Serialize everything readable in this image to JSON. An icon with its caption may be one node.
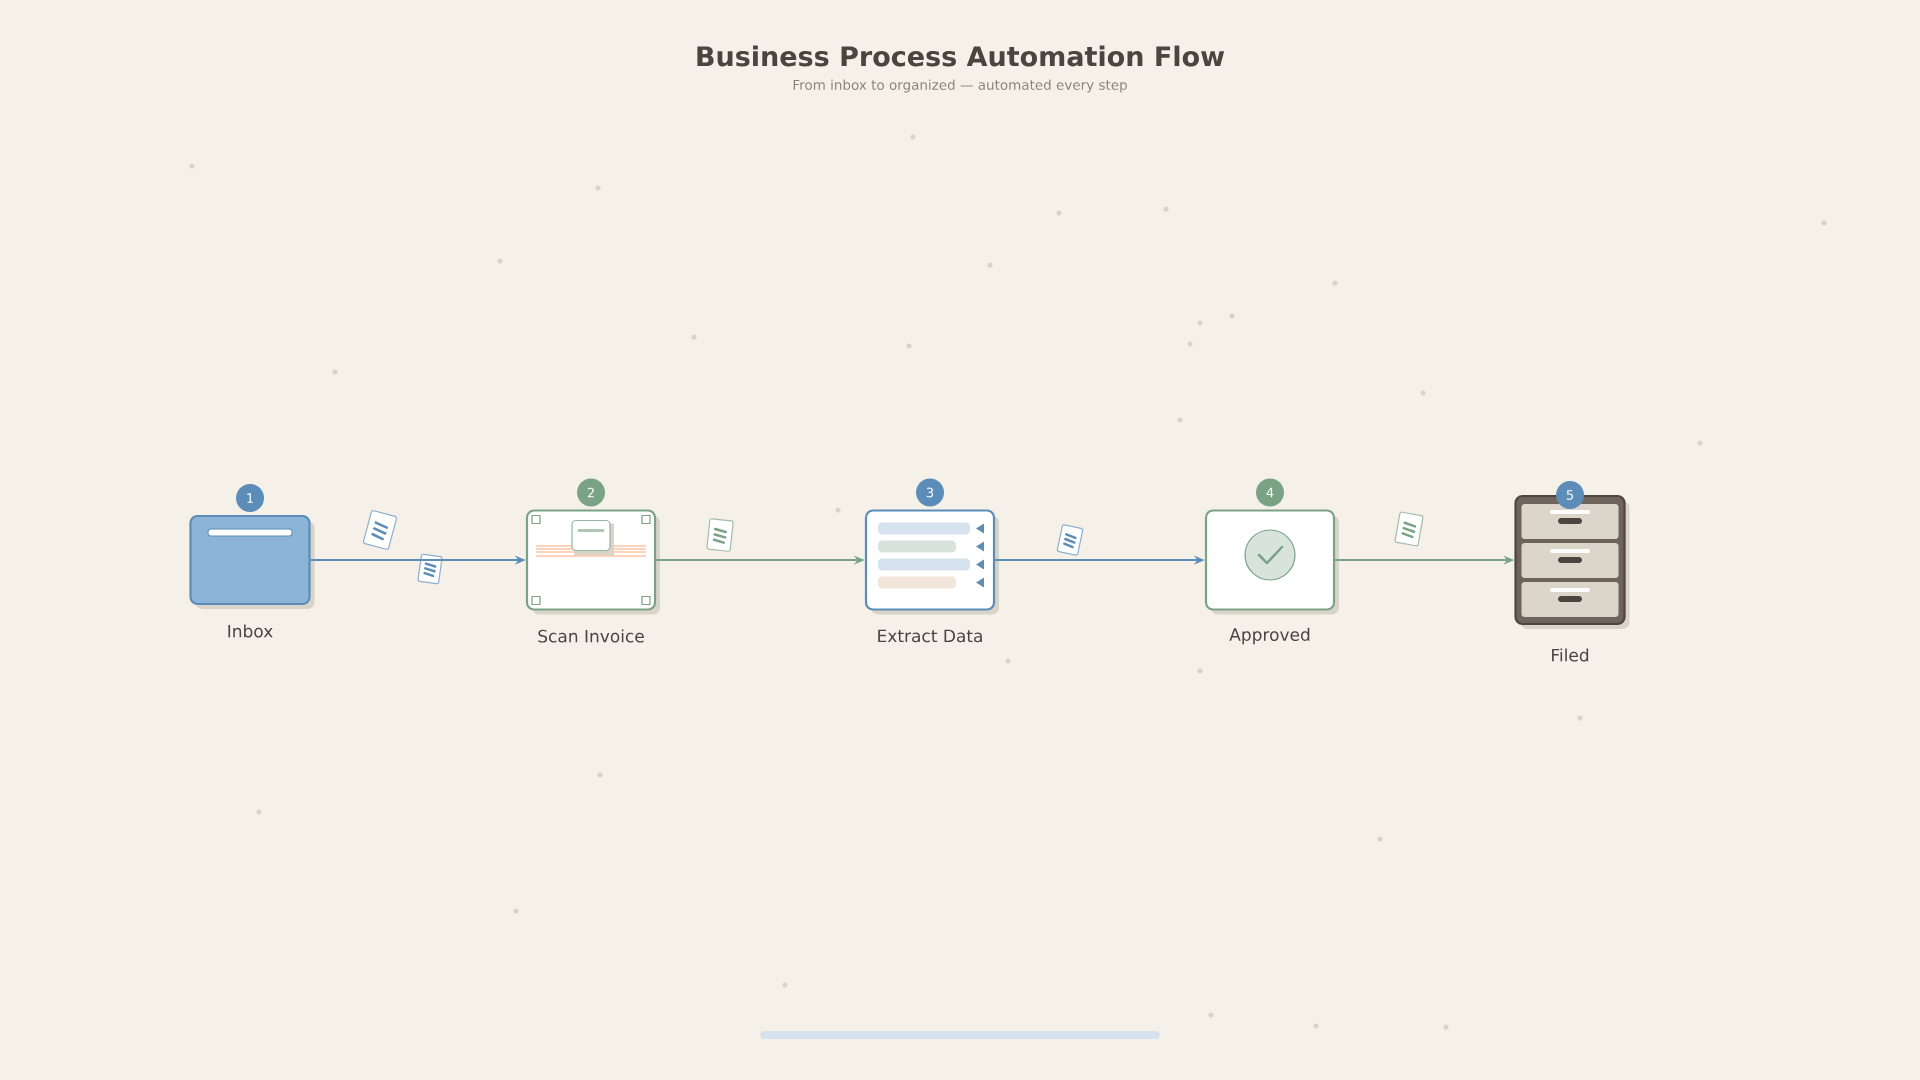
{
  "diagram": {
    "title": "Business Process Automation Flow",
    "caption": "From inbox to organized — automated every step",
    "nodes": [
      {
        "text": [
          "Inbox"
        ],
        "beside": [
          "1"
        ]
      },
      {
        "text": [
          "Scan Invoice"
        ],
        "beside": [
          "2"
        ]
      },
      {
        "text": [
          "Extract Data"
        ],
        "beside": [
          "3"
        ]
      },
      {
        "text": [
          "Approved"
        ],
        "beside": [
          "4"
        ]
      },
      {
        "text": [
          "Filed"
        ],
        "beside": [
          "5"
        ]
      }
    ],
    "edges": [
      {
        "from": 0,
        "to": 1,
        "arrow": "to",
        "color": "#5b8db8"
      },
      {
        "from": 1,
        "to": 2,
        "arrow": "to",
        "color": "#7aa386"
      },
      {
        "from": 2,
        "to": 3,
        "arrow": "to",
        "color": "#5b8db8"
      },
      {
        "from": 3,
        "to": 4,
        "arrow": "to",
        "color": "#7aa386"
      }
    ]
  }
}
